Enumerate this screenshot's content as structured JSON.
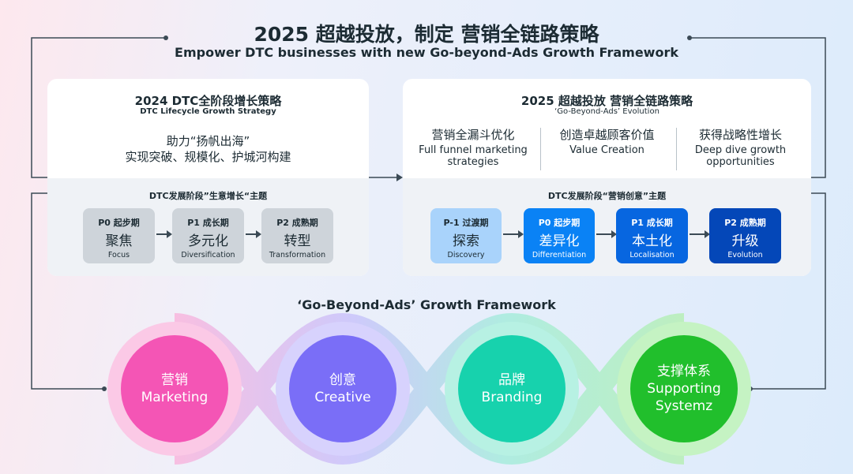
{
  "header": {
    "title": "2025 超越投放，制定 营销全链路策略",
    "subtitle": "Empower DTC businesses with new Go-beyond-Ads Growth Framework"
  },
  "left_panel": {
    "title": "2024 DTC全阶段增长策略",
    "subtitle": "DTC Lifecycle Growth Strategy",
    "slogan_1": "助力“扬帆出海”",
    "slogan_2": "实现突破、规模化、护城河构建",
    "section_title": "DTC发展阶段”生意增长“主题",
    "stages": [
      {
        "phase": "P0 起步期",
        "cn": "聚焦",
        "en": "Focus"
      },
      {
        "phase": "P1 成长期",
        "cn": "多元化",
        "en": "Diversification"
      },
      {
        "phase": "P2 成熟期",
        "cn": "转型",
        "en": "Transformation"
      }
    ]
  },
  "right_panel": {
    "title": "2025 超越投放 营销全链路策略",
    "subtitle": "‘Go-Beyond-Ads’ Evolution",
    "columns": [
      {
        "cn": "营销全漏斗优化",
        "en": "Full funnel marketing strategies"
      },
      {
        "cn": "创造卓越顾客价值",
        "en": "Value Creation"
      },
      {
        "cn": "获得战略性增长",
        "en": "Deep dive growth opportunities"
      }
    ],
    "section_title": "DTC发展阶段“营销创意”主题",
    "stages": [
      {
        "phase": "P-1 过渡期",
        "cn": "探索",
        "en": "Discovery",
        "color": "#a9d3fb"
      },
      {
        "phase": "P0 起步期",
        "cn": "差异化",
        "en": "Differentiation",
        "color": "#0a82f5"
      },
      {
        "phase": "P1 成长期",
        "cn": "本土化",
        "en": "Localisation",
        "color": "#0766e0"
      },
      {
        "phase": "P2 成熟期",
        "cn": "升级",
        "en": "Evolution",
        "color": "#0447b8"
      }
    ]
  },
  "framework": {
    "title": "‘Go-Beyond-Ads’ Growth Framework",
    "pillars": [
      {
        "cn": "营销",
        "en": "Marketing",
        "color": "#f455b5"
      },
      {
        "cn": "创意",
        "en": "Creative",
        "color": "#7a6ef7"
      },
      {
        "cn": "品牌",
        "en": "Branding",
        "color": "#17d2ad"
      },
      {
        "cn": "支撑体系",
        "en": "Supporting Systemz",
        "color": "#21bf2c"
      }
    ]
  }
}
